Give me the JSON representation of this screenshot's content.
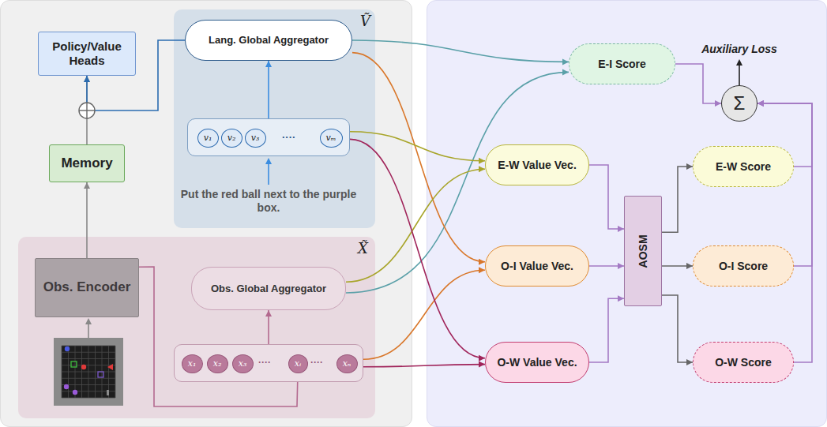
{
  "diagram": {
    "nodes": [
      {
        "text": [
          "Policy/Value Heads"
        ]
      },
      {
        "text": [
          "Memory"
        ]
      },
      {
        "text": [
          "Ṽ",
          "Put the red ball next to the purple box."
        ]
      },
      {
        "text": [
          "Lang. Global Aggregator"
        ],
        "in": 2
      },
      {
        "text": [
          "····"
        ],
        "in": 2
      },
      {
        "text": [
          "v₁"
        ],
        "in": 4
      },
      {
        "text": [
          "v₂"
        ],
        "in": 4
      },
      {
        "text": [
          "v₃"
        ],
        "in": 4
      },
      {
        "text": [
          "vₘ"
        ],
        "in": 4
      },
      {
        "text": [
          "X̃"
        ]
      },
      {
        "text": [
          "Obs. Encoder"
        ],
        "in": 9
      },
      {
        "text": [
          "Obs. Global Aggregator"
        ],
        "in": 9
      },
      {
        "text": [
          "····",
          "····"
        ],
        "in": 9
      },
      {
        "text": [
          "x₁"
        ],
        "in": 12
      },
      {
        "text": [
          "x₂"
        ],
        "in": 12
      },
      {
        "text": [
          "x₃"
        ],
        "in": 12
      },
      {
        "text": [
          "xᵢ"
        ],
        "in": 12
      },
      {
        "text": [
          "xₙ"
        ],
        "in": 12
      },
      {
        "text": [
          "E-I Score"
        ]
      },
      {
        "text": [
          "E-W Value Vec."
        ]
      },
      {
        "text": [
          "O-I Value Vec."
        ]
      },
      {
        "text": [
          "O-W Value Vec."
        ]
      },
      {
        "text": [
          "AOSM"
        ]
      },
      {
        "text": [
          "E-W Score"
        ]
      },
      {
        "text": [
          "O-I Score"
        ]
      },
      {
        "text": [
          "O-W Score"
        ]
      },
      {
        "text": [
          "Σ"
        ]
      }
    ],
    "edges": [
      {
        "from": 10,
        "to": 1,
        "arrow": "to"
      },
      {
        "from": 1,
        "to": 0,
        "arrow": "to"
      },
      {
        "from": 3,
        "to": 0,
        "arrow": "to"
      },
      {
        "from": 10,
        "to": 16,
        "arrow": "to"
      },
      {
        "from": 12,
        "to": 11,
        "arrow": "to"
      },
      {
        "from": 4,
        "to": 3,
        "arrow": "to"
      },
      {
        "from": 3,
        "to": 18,
        "arrow": "to"
      },
      {
        "from": 11,
        "to": 18,
        "arrow": "to"
      },
      {
        "from": 3,
        "to": 20,
        "arrow": "to"
      },
      {
        "from": 12,
        "to": 20,
        "arrow": "to"
      },
      {
        "from": 4,
        "to": 19,
        "arrow": "to"
      },
      {
        "from": 11,
        "to": 19,
        "arrow": "to"
      },
      {
        "from": 4,
        "to": 21,
        "arrow": "to"
      },
      {
        "from": 12,
        "to": 21,
        "arrow": "to"
      },
      {
        "from": 19,
        "to": 22,
        "arrow": "to"
      },
      {
        "from": 20,
        "to": 22,
        "arrow": "to"
      },
      {
        "from": 21,
        "to": 22,
        "arrow": "to"
      },
      {
        "from": 22,
        "to": 23,
        "arrow": "to"
      },
      {
        "from": 22,
        "to": 24,
        "arrow": "to"
      },
      {
        "from": 22,
        "to": 25,
        "arrow": "to"
      },
      {
        "from": 18,
        "to": 26,
        "arrow": "to"
      },
      {
        "from": 23,
        "to": 26,
        "arrow": "to"
      },
      {
        "from": 24,
        "to": 26,
        "arrow": "to"
      },
      {
        "from": 25,
        "to": 26,
        "arrow": "to"
      }
    ],
    "labels": [
      "Auxiliary Loss"
    ]
  }
}
